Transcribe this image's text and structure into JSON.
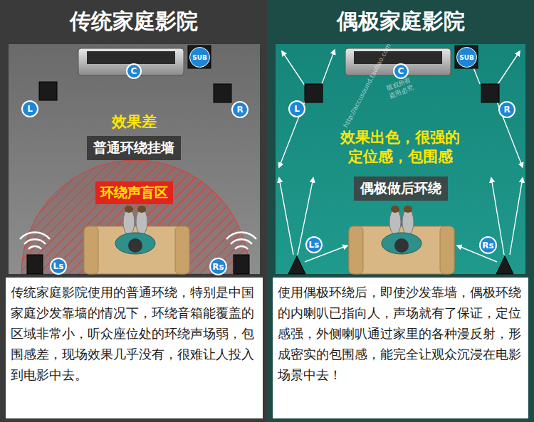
{
  "diagram": {
    "nodes": [
      {
        "text": [
          "传统家庭影院",
          "传统家庭影院使用的普通环绕，特别是中国家庭沙发靠墙的情况下，环绕音箱能覆盖的区域非常小，听众座位处的环绕声场弱，包围感差，现场效果几乎没有，很难让人投入到电影中去。"
        ]
      },
      {
        "text": [
          "SUB"
        ],
        "in": 0
      },
      {
        "text": [
          "C"
        ],
        "in": 0
      },
      {
        "text": [
          "L"
        ],
        "in": 0
      },
      {
        "text": [
          "R"
        ],
        "in": 0
      },
      {
        "text": [
          "普通环绕挂墙"
        ],
        "in": 0
      },
      {
        "text": [
          "环绕声盲区"
        ],
        "in": 0
      },
      {
        "text": [
          "Ls"
        ],
        "in": 0
      },
      {
        "text": [
          "Rs"
        ],
        "in": 0
      },
      {
        "text": [
          "偶极家庭影院",
          "使用偶极环绕后，即使沙发靠墙，偶极环绕的内喇叭已指向人，声场就有了保证，定位感强，外侧喇叭通过家里的各种漫反射，形成密实的包围感，能完全让观众沉浸在电影场景中去！"
        ]
      },
      {
        "text": [
          "SUB"
        ],
        "in": 9
      },
      {
        "text": [
          "C"
        ],
        "in": 9
      },
      {
        "text": [
          "L"
        ],
        "in": 9
      },
      {
        "text": [
          "R"
        ],
        "in": 9
      },
      {
        "text": [
          "偶极做后环绕"
        ],
        "in": 9
      },
      {
        "text": [
          "Ls"
        ],
        "in": 9
      },
      {
        "text": [
          "Rs"
        ],
        "in": 9
      }
    ],
    "labels": [
      "效果差",
      "效果出色，很强的 定位感，包围感",
      "版权所有 盗用必究",
      "http://accusound.taobao.com"
    ]
  }
}
